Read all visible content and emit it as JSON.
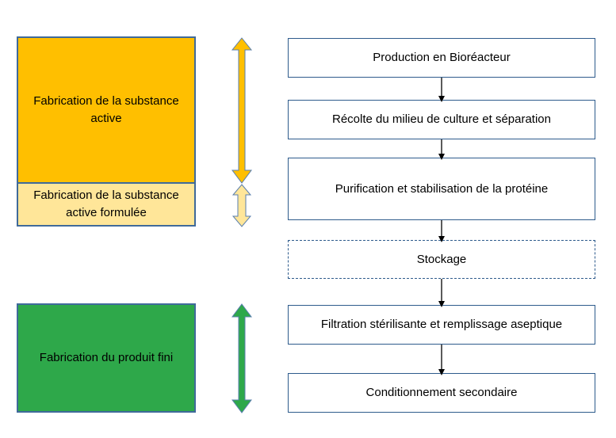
{
  "phases": [
    {
      "label": "Fabrication de la substance active",
      "color": "#ffbf00"
    },
    {
      "label": "Fabrication de la substance active formulée",
      "color": "#ffe699"
    },
    {
      "label": "Fabrication du produit fini",
      "color": "#2ea84a"
    }
  ],
  "steps": [
    {
      "label": "Production en Bioréacteur",
      "style": "solid"
    },
    {
      "label": "Récolte du milieu de culture et séparation",
      "style": "solid"
    },
    {
      "label": "Purification et stabilisation de la protéine",
      "style": "solid"
    },
    {
      "label": "Stockage",
      "style": "dashed"
    },
    {
      "label": "Filtration stérilisante et remplissage aseptique",
      "style": "solid"
    },
    {
      "label": "Conditionnement secondaire",
      "style": "solid"
    }
  ],
  "colors": {
    "border": "#3f6a9a",
    "arrow_active": "#ffbf00",
    "arrow_formulated": "#ffe699",
    "arrow_finished": "#2ea84a",
    "arrow_outline": "#5a7fae",
    "connector": "#000000"
  }
}
